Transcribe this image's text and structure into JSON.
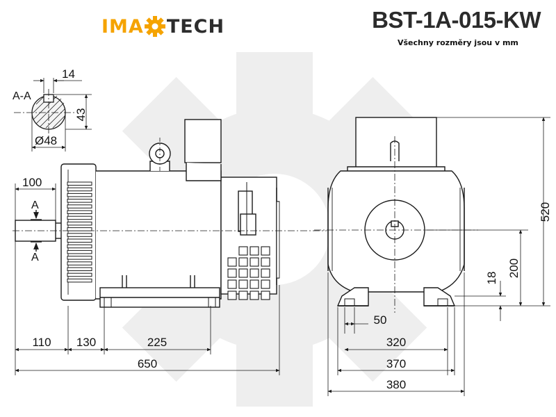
{
  "header": {
    "logo_left": "IMA",
    "logo_right": "TECH",
    "model": "BST-1A-015-KW",
    "note": "Všechny rozměry jsou v mm"
  },
  "colors": {
    "logo_orange": "#f5a300",
    "logo_dark": "#2d2d2d",
    "line": "#1a1a1a",
    "watermark": "#eeeeee"
  },
  "section": {
    "label": "A-A",
    "key_width": "14",
    "height": "43",
    "diameter": "Ø48"
  },
  "side_view": {
    "shaft_length": "100",
    "section_mark_top": "A",
    "section_mark_bottom": "A",
    "bottom_dims": [
      "110",
      "130",
      "225"
    ],
    "overall_length": "650"
  },
  "end_view": {
    "foot_offset": "50",
    "foot_height": "18",
    "axis_height": "200",
    "total_height": "520",
    "foot_span": "320",
    "foot_width": "370",
    "overall_width": "380"
  }
}
